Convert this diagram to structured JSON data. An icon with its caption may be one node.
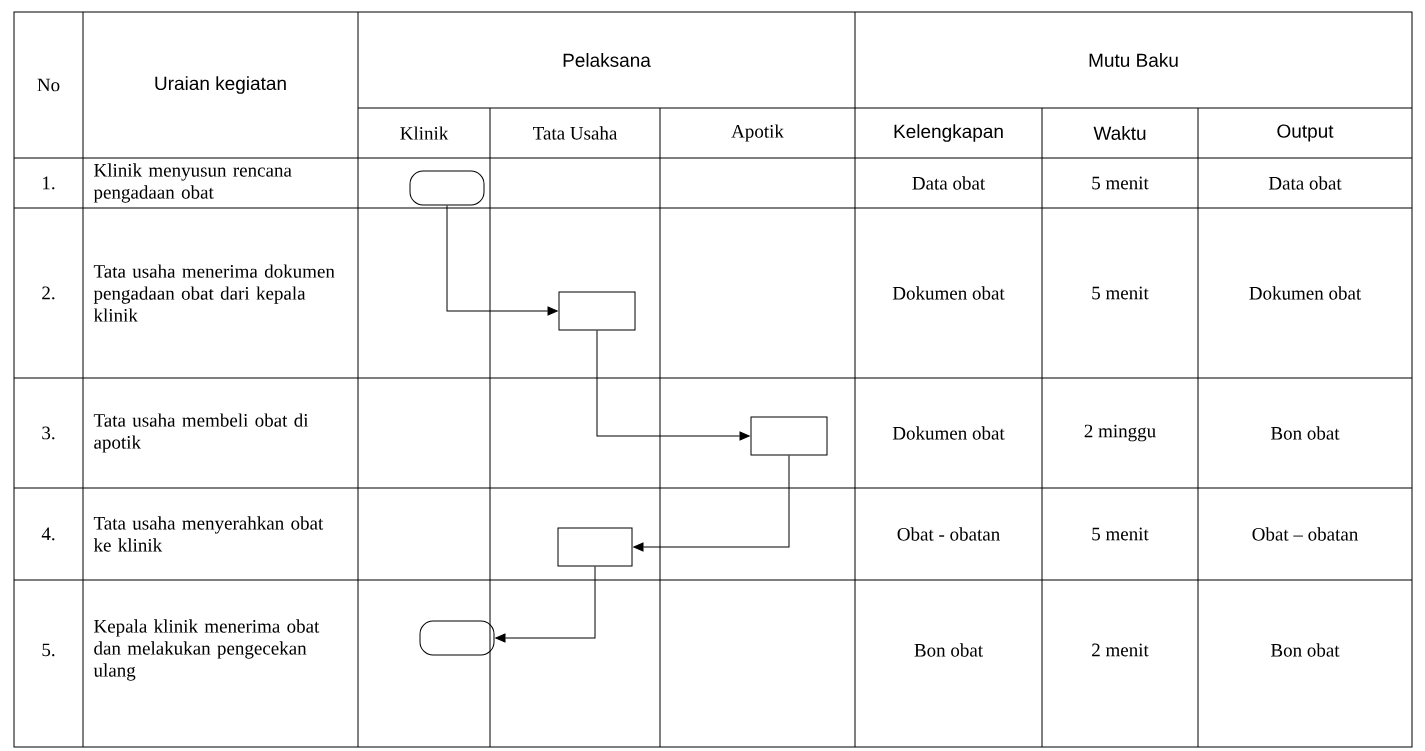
{
  "diagram": {
    "nodes": [
      {
        "text": [],
        "shape": "capsule"
      },
      {
        "text": [],
        "shape": "box"
      },
      {
        "text": [],
        "shape": "box"
      },
      {
        "text": [],
        "shape": "box"
      },
      {
        "text": [],
        "shape": "capsule"
      }
    ],
    "edges": [
      {
        "from": 0,
        "to": 1,
        "arrow": "to"
      },
      {
        "from": 1,
        "to": 2,
        "arrow": "to"
      },
      {
        "from": 2,
        "to": 3,
        "arrow": "to"
      },
      {
        "from": 3,
        "to": 4,
        "arrow": "to"
      }
    ],
    "labels": [
      "No",
      "Uraian kegiatan",
      "Pelaksana",
      "Mutu Baku",
      "Klinik",
      "Tata Usaha",
      "Apotik",
      "Kelengkapan",
      "Waktu",
      "Output",
      "1.",
      "Klinik menyusun rencana pengadaan obat",
      "Data obat",
      "5 menit",
      "Data obat",
      "2.",
      "Tata usaha menerima dokumen pengadaan obat dari kepala klinik",
      "Dokumen obat",
      "5 menit",
      "Dokumen obat",
      "3.",
      "Tata usaha membeli obat di apotik",
      "Dokumen obat",
      "2 minggu",
      "Bon obat",
      "4.",
      "Tata usaha menyerahkan obat ke klinik",
      "Obat - obatan",
      "5 menit",
      "Obat – obatan",
      "5.",
      "Kepala klinik menerima obat dan melakukan pengecekan ulang",
      "Bon obat",
      "2 menit",
      "Bon obat"
    ]
  }
}
